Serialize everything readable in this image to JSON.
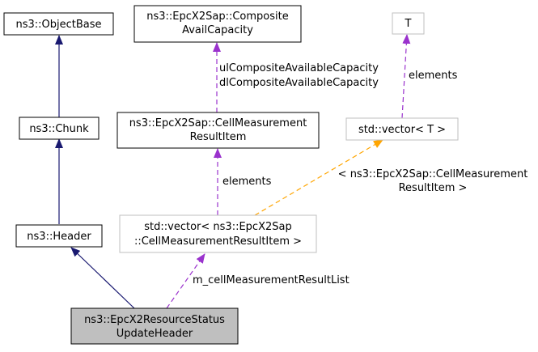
{
  "diagram": {
    "nodes": {
      "objectbase": {
        "lines": [
          "ns3::ObjectBase"
        ],
        "style": "normal"
      },
      "chunk": {
        "lines": [
          "ns3::Chunk"
        ],
        "style": "normal"
      },
      "header": {
        "lines": [
          "ns3::Header"
        ],
        "style": "normal"
      },
      "main": {
        "lines": [
          "ns3::EpcX2ResourceStatus",
          "UpdateHeader"
        ],
        "style": "highlighted"
      },
      "composite": {
        "lines": [
          "ns3::EpcX2Sap::Composite",
          "AvailCapacity"
        ],
        "style": "normal"
      },
      "cellmeas": {
        "lines": [
          "ns3::EpcX2Sap::CellMeasurement",
          "ResultItem"
        ],
        "style": "normal"
      },
      "t": {
        "lines": [
          "T"
        ],
        "style": "template"
      },
      "vector_t": {
        "lines": [
          "std::vector< T >"
        ],
        "style": "template"
      },
      "vector_cellmeas": {
        "lines": [
          "std::vector< ns3::EpcX2Sap",
          "::CellMeasurementResultItem >"
        ],
        "style": "template"
      }
    },
    "edge_labels": {
      "composite_to_cellmeas": [
        "ulCompositeAvailableCapacity",
        "dlCompositeAvailableCapacity"
      ],
      "t_to_vector": [
        "elements"
      ],
      "cellmeas_to_vector": [
        "elements"
      ],
      "template_instantiation": [
        "< ns3::EpcX2Sap::CellMeasurement",
        "ResultItem >"
      ],
      "vector_to_main": [
        "m_cellMeasurementResultList"
      ]
    },
    "colors": {
      "inheritance": "#191970",
      "usage": "#9a32cd",
      "template": "#ffa500",
      "highlight_fill": "#bfbfbf",
      "template_border": "#bfbfbf",
      "node_border": "#000000"
    }
  }
}
